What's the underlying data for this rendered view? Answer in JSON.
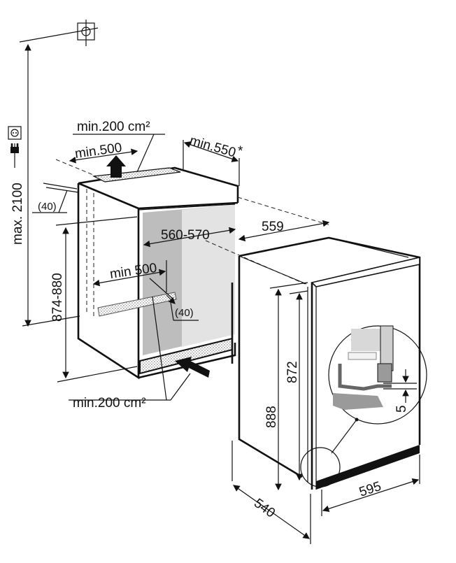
{
  "diagram": {
    "title": "Built-in installation dimensions",
    "labels": {
      "max_height": "max. 2100",
      "vent_top": "min.200 cm²",
      "vent_top_width": "min.500",
      "depth_top": "min.550",
      "depth_star": "*",
      "offset_top": "(40)",
      "niche_width": "560-570",
      "niche_height": "874-880",
      "vent_bottom_width": "min 500",
      "offset_bottom": "(40)",
      "vent_bottom": "min.200 cm²",
      "appliance_depth_top": "559",
      "appliance_height_outer": "888",
      "appliance_height_inner": "872",
      "appliance_depth": "540",
      "appliance_width": "595",
      "gap_detail": "5"
    },
    "icons": {
      "ceiling": "ceiling-crosshair-icon",
      "socket": "power-socket-icon",
      "plug": "power-plug-icon",
      "airflow": "airflow-arrow-icon"
    }
  }
}
